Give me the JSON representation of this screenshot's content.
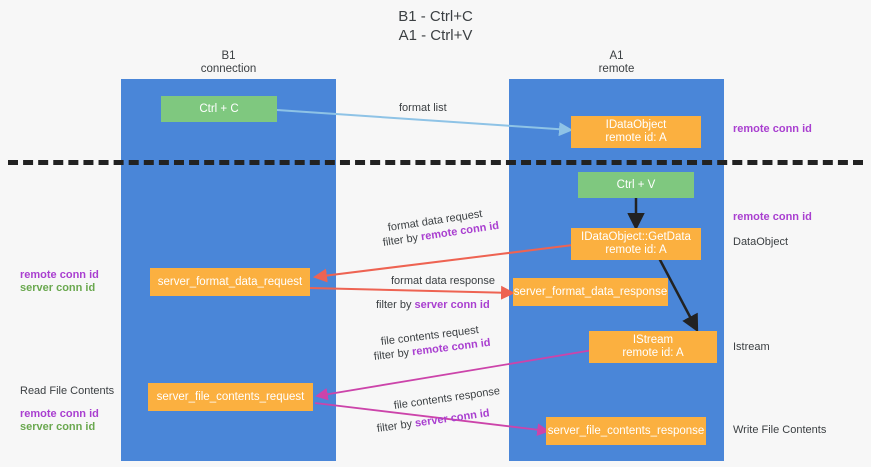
{
  "title": {
    "line1": "B1 - Ctrl+C",
    "line2": "A1 - Ctrl+V"
  },
  "lanes": [
    {
      "name": "B1",
      "role": "connection"
    },
    {
      "name": "A1",
      "role": "remote"
    }
  ],
  "colors": {
    "lane": "#4a86d8",
    "action_box": "#7fc87f",
    "message_box": "#fbb040",
    "remote_conn_id": "#a93fd0",
    "server_conn_id": "#6aa84f",
    "format_arrow": "#8ec3e6",
    "data_arrow": "#ee6352",
    "file_arrow": "#cc44aa",
    "call_arrow": "#222222",
    "divider": "#222222",
    "background": "#f7f7f7"
  },
  "boxes": {
    "ctrl_c": "Ctrl + C",
    "ctrl_v": "Ctrl + V",
    "idataobject_title": "IDataObject",
    "idataobject_sub": "remote id: A",
    "getdata_title": "IDataObject::GetData",
    "getdata_sub": "remote id: A",
    "istream_title": "IStream",
    "istream_sub": "remote id: A",
    "server_format_data_request": "server_format_data_request",
    "server_format_data_response": "server_format_data_response",
    "server_file_contents_request": "server_file_contents_request",
    "server_file_contents_response": "server_file_contents_response"
  },
  "edge_labels": {
    "format_list": "format list",
    "format_data_request": "format data request",
    "format_data_request_filter_prefix": "filter by ",
    "format_data_request_filter_key": "remote conn id",
    "format_data_response": "format data response",
    "format_data_response_filter_prefix": "filter by ",
    "format_data_response_filter_key": "server conn id",
    "file_contents_request": "file contents request",
    "file_contents_request_filter_prefix": "filter by ",
    "file_contents_request_filter_key": "remote conn id",
    "file_contents_response": "file contents response",
    "file_contents_response_filter_prefix": "filter by ",
    "file_contents_response_filter_key": "server conn id"
  },
  "right_annotations": {
    "remote_conn_id_top": "remote conn id",
    "remote_conn_id_mid": "remote conn id",
    "dataobject": "DataObject",
    "istream": "Istream",
    "write_file_contents": "Write File Contents"
  },
  "left_annotations": {
    "remote_conn_id_mid": "remote conn id",
    "server_conn_id_mid": "server conn id",
    "read_file_contents": "Read File Contents",
    "remote_conn_id_bottom": "remote conn id",
    "server_conn_id_bottom": "server conn id"
  }
}
